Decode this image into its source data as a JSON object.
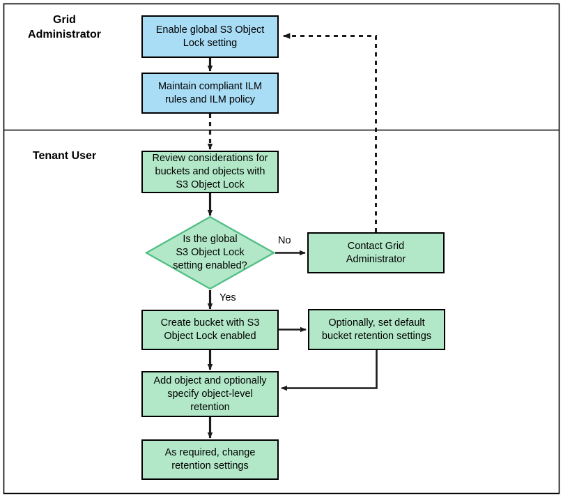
{
  "diagram": {
    "title_alt": "S3 Object Lock workflow",
    "colors": {
      "blue_fill": "#a9dcf5",
      "blue_stroke": "#42a7de",
      "green_fill": "#b2e8c8",
      "green_stroke": "#54bf86",
      "frame_stroke": "#000000",
      "connector": "#1a1a1a"
    },
    "swimlanes": [
      {
        "id": "grid-administrator",
        "label": "Grid\nAdministrator"
      },
      {
        "id": "tenant-user",
        "label": "Tenant User"
      }
    ],
    "nodes": [
      {
        "id": "enable-global-s3-object-lock-setting",
        "label": "Enable global S3 Object\nLock setting",
        "shape": "process",
        "color": "blue"
      },
      {
        "id": "maintain-compliant-ilm-rules-and-ilm-policy",
        "label": "Maintain compliant ILM\nrules and ILM policy",
        "shape": "process",
        "color": "blue"
      },
      {
        "id": "review-considerations-for-buckets-and-objects",
        "label": "Review considerations for\nbuckets and objects with\nS3 Object Lock",
        "shape": "process",
        "color": "green"
      },
      {
        "id": "is-the-global-s3-object-lock-setting-enabled",
        "label": "Is the global\nS3 Object Lock\nsetting enabled?",
        "shape": "decision",
        "color": "green"
      },
      {
        "id": "contact-grid-administrator",
        "label": "Contact Grid\nAdministrator",
        "shape": "process",
        "color": "green"
      },
      {
        "id": "create-bucket-with-s3-object-lock-enabled",
        "label": "Create bucket with S3\nObject Lock enabled",
        "shape": "process",
        "color": "green"
      },
      {
        "id": "optionally-set-default-bucket-retention-settings",
        "label": "Optionally, set default\nbucket retention settings",
        "shape": "process",
        "color": "green"
      },
      {
        "id": "add-object-and-optionally-specify-object-level-retention",
        "label": "Add object and optionally\nspecify object-level\nretention",
        "shape": "process",
        "color": "green"
      },
      {
        "id": "as-required-change-retention-settings",
        "label": "As required, change\nretention settings",
        "shape": "process",
        "color": "green"
      }
    ],
    "edge_labels": [
      {
        "id": "decision-branch-no",
        "label": "No"
      },
      {
        "id": "decision-branch-yes",
        "label": "Yes"
      }
    ]
  }
}
